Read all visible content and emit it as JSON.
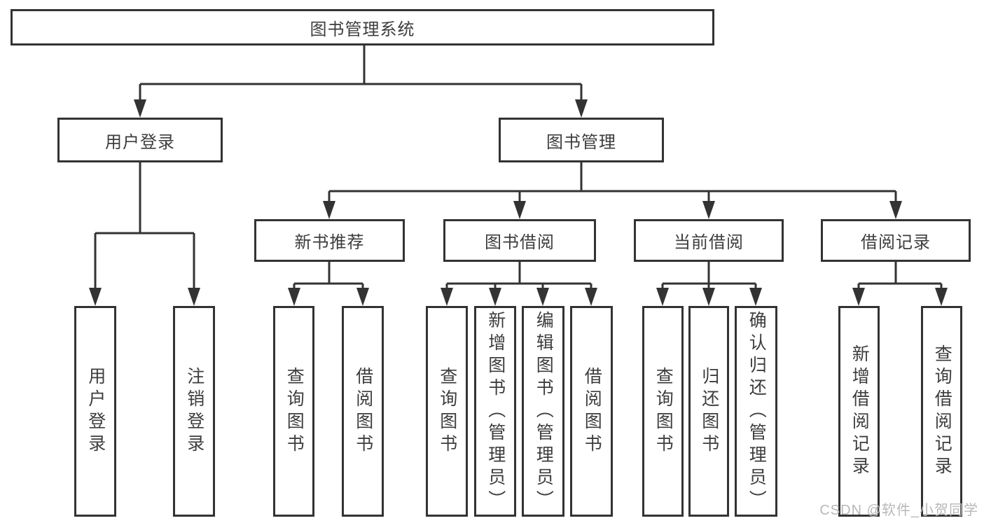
{
  "tree": {
    "label": "图书管理系统",
    "children": [
      {
        "label": "用户登录",
        "children": [
          {
            "label": "用户登录"
          },
          {
            "label": "注销登录"
          }
        ]
      },
      {
        "label": "图书管理",
        "children": [
          {
            "label": "新书推荐",
            "children": [
              {
                "label": "查询图书"
              },
              {
                "label": "借阅图书"
              }
            ]
          },
          {
            "label": "图书借阅",
            "children": [
              {
                "label": "查询图书"
              },
              {
                "label": "新增图书（管理员）"
              },
              {
                "label": "编辑图书（管理员）"
              },
              {
                "label": "借阅图书"
              }
            ]
          },
          {
            "label": "当前借阅",
            "children": [
              {
                "label": "查询图书"
              },
              {
                "label": "归还图书"
              },
              {
                "label": "确认归还（管理员）"
              }
            ]
          },
          {
            "label": "借阅记录",
            "children": [
              {
                "label": "新增借阅记录"
              },
              {
                "label": "查询借阅记录"
              }
            ]
          }
        ]
      }
    ]
  },
  "watermark": {
    "text": "CSDN @软件_小贺同学"
  },
  "colors": {
    "line": "#333333",
    "text": "#3d3d3d",
    "background": "#ffffff",
    "watermark": "#b8b8b8"
  }
}
